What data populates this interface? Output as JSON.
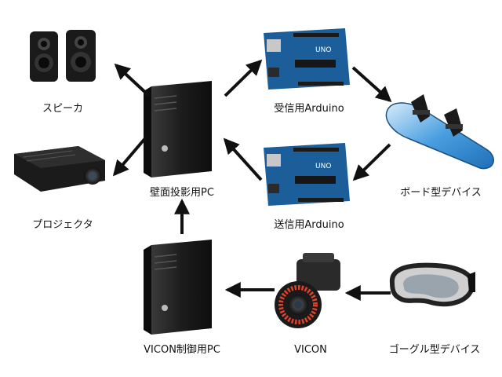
{
  "labels": {
    "speaker": "スピーカ",
    "projector": "プロジェクタ",
    "wall_pc": "壁面投影用PC",
    "receiver_arduino": "受信用Arduino",
    "sender_arduino": "送信用Arduino",
    "board_device": "ボード型デバイス",
    "vicon_pc": "VICON制御用PC",
    "vicon": "VICON",
    "goggle_device": "ゴーグル型デバイス"
  },
  "arduino_board_text": "UNO",
  "colors": {
    "arrow": "#111111",
    "arduino_blue": "#1b5e9a",
    "pc_body": "#1e1e1e",
    "board_blue": "#4a9fe0",
    "vicon_ring": "#e2402a"
  },
  "icons": [
    "speaker-icon",
    "projector-icon",
    "pc-tower-icon",
    "arduino-board-icon",
    "snowboard-icon",
    "vicon-camera-icon",
    "goggle-icon"
  ]
}
